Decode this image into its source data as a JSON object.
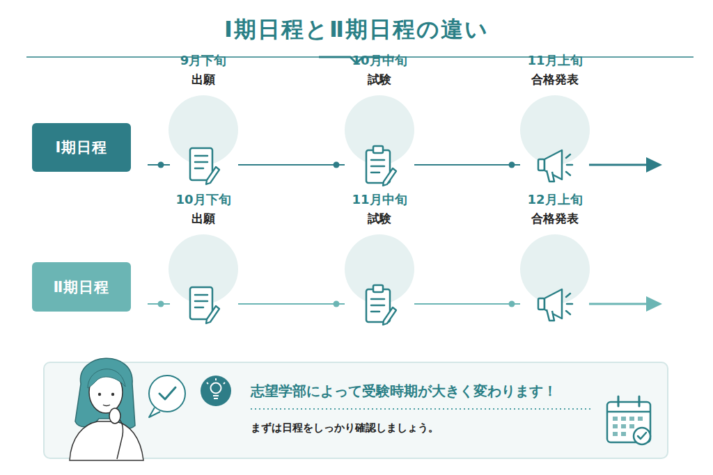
{
  "diagram": {
    "title": "Ⅰ期日程とⅡ期日程の違い",
    "nodes": [
      {
        "text": [
          "Ⅰ期日程"
        ]
      },
      {
        "text": [
          "9月下旬",
          "出願"
        ]
      },
      {
        "text": [
          "10月中旬",
          "試験"
        ]
      },
      {
        "text": [
          "11月上旬",
          "合格発表"
        ]
      },
      {
        "text": [
          "Ⅱ期日程"
        ]
      },
      {
        "text": [
          "10月下旬",
          "出願"
        ]
      },
      {
        "text": [
          "11月中旬",
          "試験"
        ]
      },
      {
        "text": [
          "12月上旬",
          "合格発表"
        ]
      },
      {
        "text": [
          "志望学部によって受験時期が大きく変わります！",
          "まずは日程をしっかり確認しましょう。"
        ]
      }
    ],
    "edges": [
      {
        "from": 1,
        "to": 2,
        "arrow": "none"
      },
      {
        "from": 2,
        "to": 3,
        "arrow": "none"
      },
      {
        "from": 5,
        "to": 6,
        "arrow": "none"
      },
      {
        "from": 6,
        "to": 7,
        "arrow": "none"
      }
    ]
  }
}
